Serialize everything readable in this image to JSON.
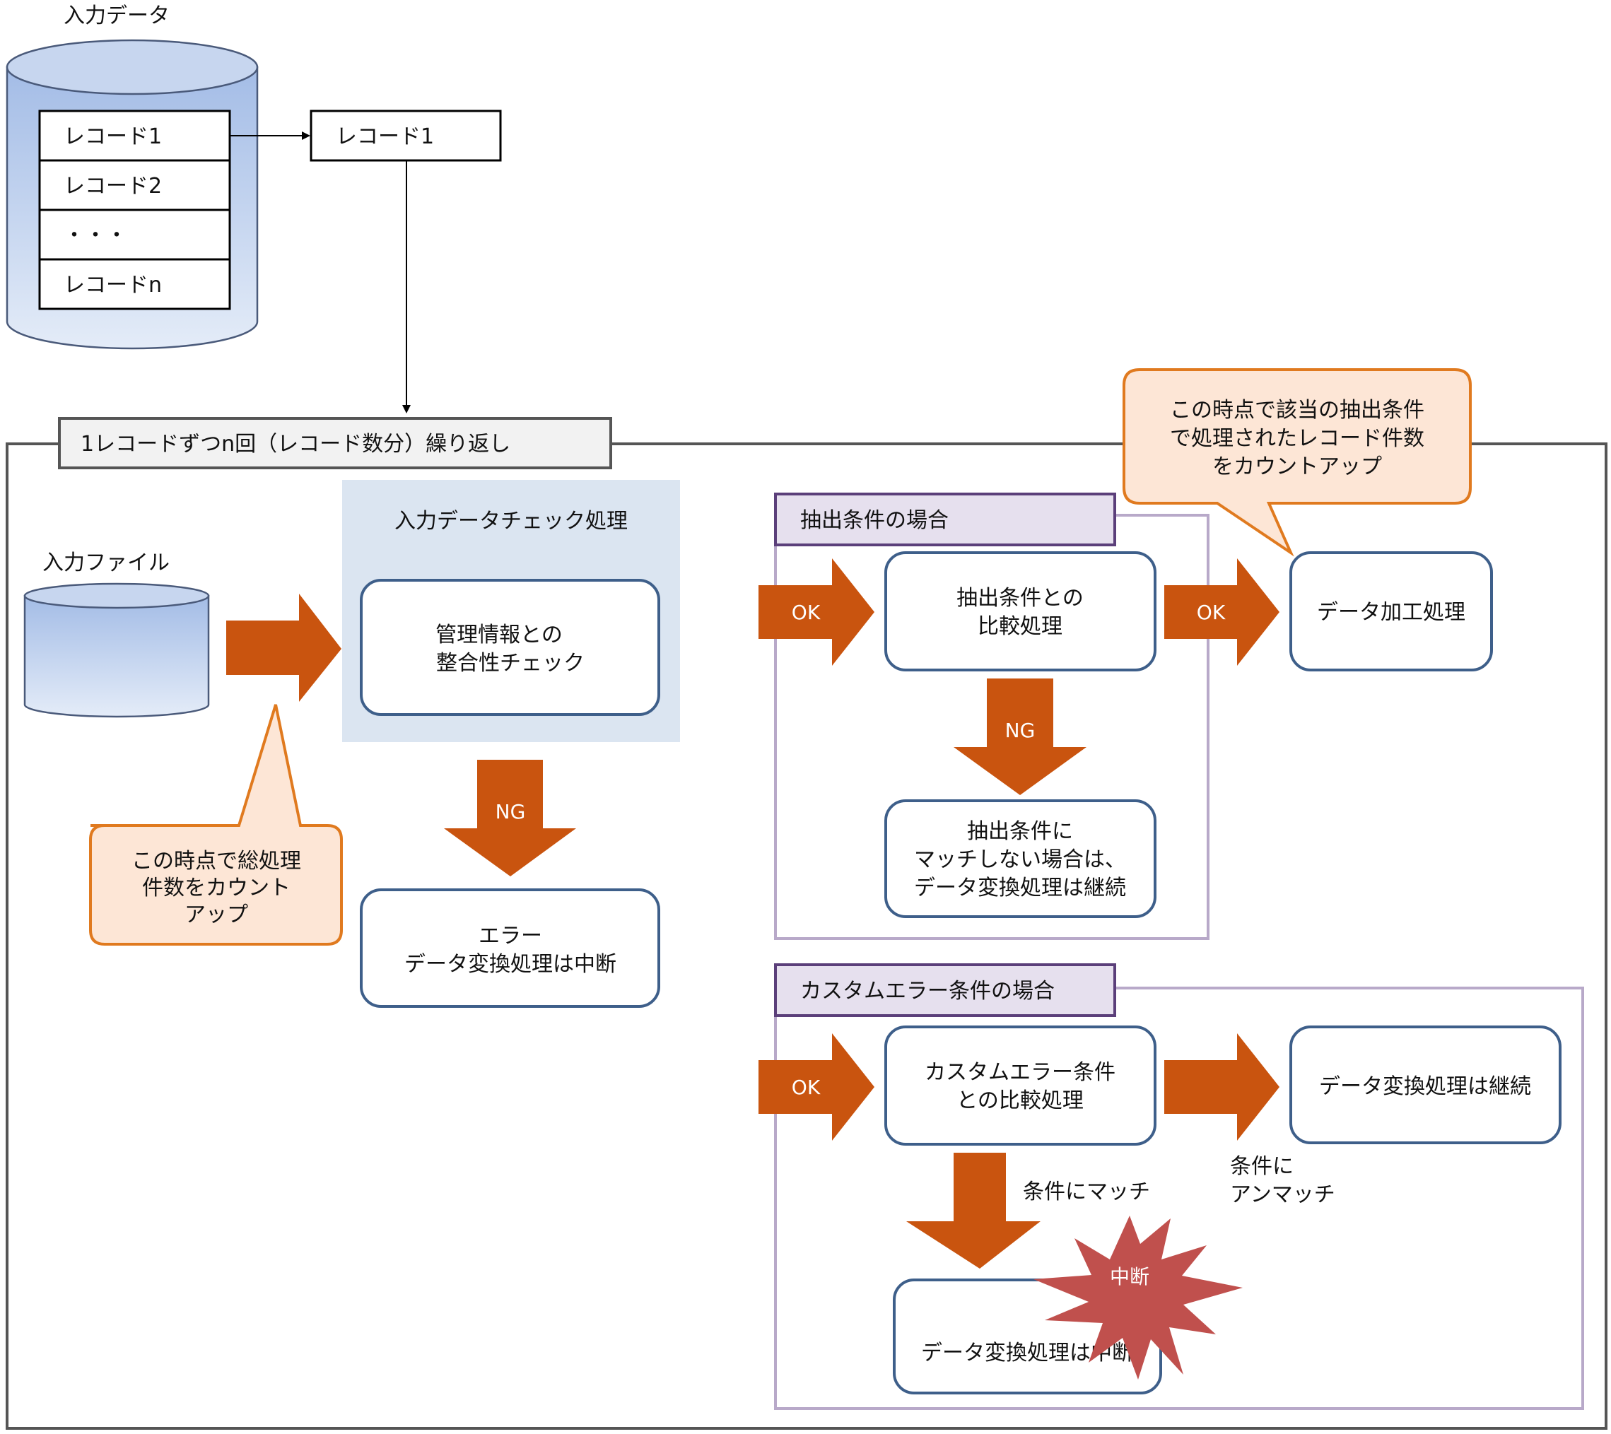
{
  "input_data": {
    "title": "入力データ",
    "records": [
      "レコード1",
      "レコード2",
      "・・・",
      "レコードn"
    ],
    "current_record": "レコード1"
  },
  "loop": {
    "label": "1レコードずつn回（レコード数分）繰り返し"
  },
  "input_file": {
    "label": "入力ファイル"
  },
  "callout_total": {
    "lines": [
      "この時点で総処理",
      "件数をカウント",
      "アップ"
    ]
  },
  "check": {
    "group_title": "入力データチェック処理",
    "box_lines": [
      "管理情報との",
      "整合性チェック"
    ],
    "ng_label": "NG",
    "error_lines": [
      "エラー",
      "データ変換処理は中断"
    ]
  },
  "extract": {
    "title": "抽出条件の場合",
    "ok_in": "OK",
    "compare_lines": [
      "抽出条件との",
      "比較処理"
    ],
    "ok_out": "OK",
    "process_label": "データ加工処理",
    "ng_label": "NG",
    "nomatch_lines": [
      "抽出条件に",
      "マッチしない場合は、",
      "データ変換処理は継続"
    ]
  },
  "callout_extract": {
    "lines": [
      "この時点で該当の抽出条件",
      "で処理されたレコード件数",
      "をカウントアップ"
    ]
  },
  "custom": {
    "title": "カスタムエラー条件の場合",
    "ok_in": "OK",
    "compare_lines": [
      "カスタムエラー条件",
      "との比較処理"
    ],
    "continue_label": "データ変換処理は継続",
    "unmatch_lines": [
      "条件に",
      "アンマッチ"
    ],
    "match_label": "条件にマッチ",
    "abort_label": "データ変換処理は中断",
    "burst_label": "中断"
  },
  "colors": {
    "arrow": "#c9540f",
    "box_border": "#3e5f8a",
    "callout_border": "#e07a1f",
    "callout_fill": "#fde6d6",
    "section_border": "#b8a9c9",
    "section_title_border": "#5b3f7a",
    "section_title_fill": "#e6e0ee",
    "group_fill": "#dbe5f1",
    "burst": "#c0504d",
    "loop_border": "#555555"
  }
}
